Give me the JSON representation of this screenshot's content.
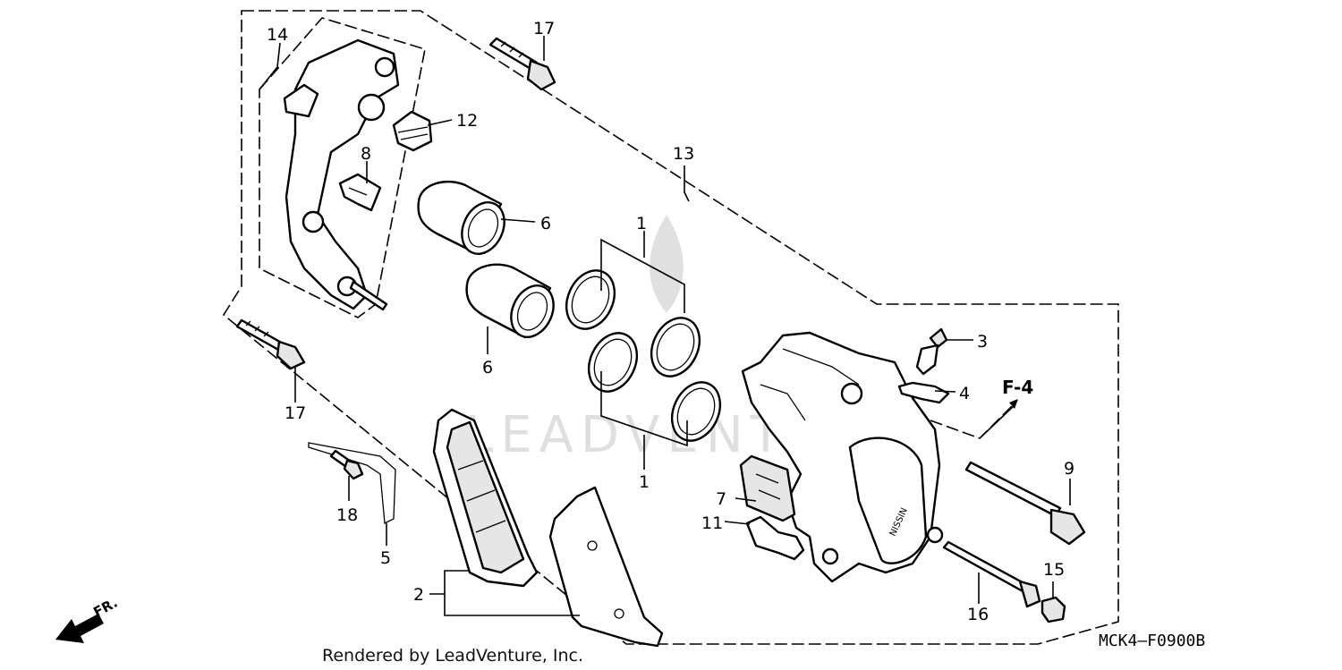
{
  "diagram": {
    "drawing_code": "MCK4—F0900B",
    "credit": "Rendered by LeadVenture, Inc.",
    "section_ref": "F-4",
    "direction_label": "FR.",
    "watermark_text": "LEADVENTURE",
    "callouts": [
      {
        "id": "c1a",
        "label": "1"
      },
      {
        "id": "c1b",
        "label": "1"
      },
      {
        "id": "c2",
        "label": "2"
      },
      {
        "id": "c3",
        "label": "3"
      },
      {
        "id": "c4",
        "label": "4"
      },
      {
        "id": "c5",
        "label": "5"
      },
      {
        "id": "c6a",
        "label": "6"
      },
      {
        "id": "c6b",
        "label": "6"
      },
      {
        "id": "c7",
        "label": "7"
      },
      {
        "id": "c8",
        "label": "8"
      },
      {
        "id": "c9",
        "label": "9"
      },
      {
        "id": "c11",
        "label": "11"
      },
      {
        "id": "c12",
        "label": "12"
      },
      {
        "id": "c13",
        "label": "13"
      },
      {
        "id": "c14",
        "label": "14"
      },
      {
        "id": "c15",
        "label": "15"
      },
      {
        "id": "c16",
        "label": "16"
      },
      {
        "id": "c17a",
        "label": "17"
      },
      {
        "id": "c17b",
        "label": "17"
      },
      {
        "id": "c18",
        "label": "18"
      }
    ]
  }
}
